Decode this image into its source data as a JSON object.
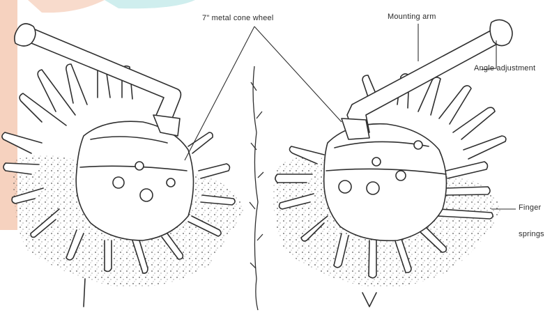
{
  "labels": {
    "cone_wheel": "7\" metal cone wheel",
    "mounting_arm": "Mounting arm",
    "angle_adjustment": "Angle adjustment",
    "finger_springs_line1": "Finger",
    "finger_springs_line2": "springs"
  },
  "colors": {
    "ink": "#2f2f2f",
    "paper": "#ffffff",
    "soil_speckle": "#555555",
    "decor_peach": "#f6d2bf",
    "decor_cyan": "#cfeeee"
  }
}
